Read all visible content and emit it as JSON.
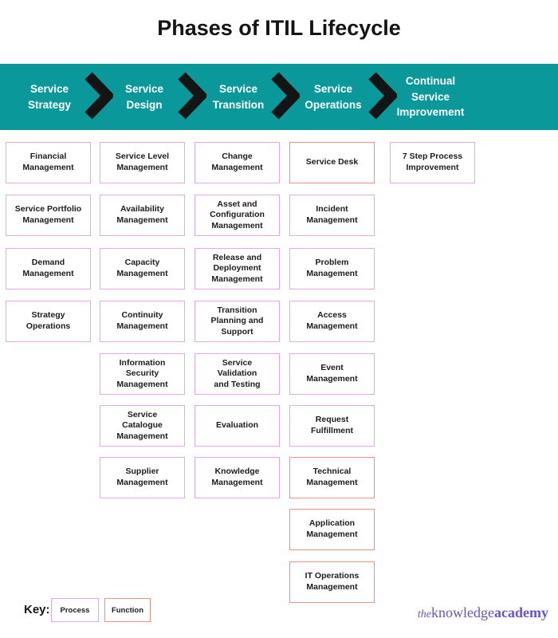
{
  "title": "Phases of ITIL Lifecycle",
  "phases": [
    {
      "label": "Service\nStrategy"
    },
    {
      "label": "Service\nDesign"
    },
    {
      "label": "Service\nTransition"
    },
    {
      "label": "Service\nOperations"
    },
    {
      "label": "Continual\nService\nImprovement"
    }
  ],
  "columns": [
    {
      "phase": "Service Strategy",
      "boxes": [
        {
          "label": "Financial\nManagement",
          "type": "process"
        },
        {
          "label": "Service Portfolio\nManagement",
          "type": "process"
        },
        {
          "label": "Demand\nManagement",
          "type": "process"
        },
        {
          "label": "Strategy\nOperations",
          "type": "process"
        }
      ]
    },
    {
      "phase": "Service Design",
      "boxes": [
        {
          "label": "Service Level\nManagement",
          "type": "process"
        },
        {
          "label": "Availability\nManagement",
          "type": "process"
        },
        {
          "label": "Capacity\nManagement",
          "type": "process"
        },
        {
          "label": "Continuity\nManagement",
          "type": "process"
        },
        {
          "label": "Information\nSecurity\nManagement",
          "type": "process"
        },
        {
          "label": "Service\nCatalogue\nManagement",
          "type": "process"
        },
        {
          "label": "Supplier\nManagement",
          "type": "process"
        }
      ]
    },
    {
      "phase": "Service Transition",
      "boxes": [
        {
          "label": "Change\nManagement",
          "type": "process"
        },
        {
          "label": "Asset and\nConfiguration\nManagement",
          "type": "process"
        },
        {
          "label": "Release and\nDeployment\nManagement",
          "type": "process"
        },
        {
          "label": "Transition\nPlanning and\nSupport",
          "type": "process"
        },
        {
          "label": "Service\nValidation\nand Testing",
          "type": "process"
        },
        {
          "label": "Evaluation",
          "type": "process"
        },
        {
          "label": "Knowledge\nManagement",
          "type": "process"
        }
      ]
    },
    {
      "phase": "Service Operations",
      "boxes": [
        {
          "label": "Service Desk",
          "type": "function"
        },
        {
          "label": "Incident\nManagement",
          "type": "process"
        },
        {
          "label": "Problem\nManagement",
          "type": "process"
        },
        {
          "label": "Access\nManagement",
          "type": "process"
        },
        {
          "label": "Event\nManagement",
          "type": "process"
        },
        {
          "label": "Request\nFulfillment",
          "type": "process"
        },
        {
          "label": "Technical\nManagement",
          "type": "function"
        },
        {
          "label": "Application\nManagement",
          "type": "function"
        },
        {
          "label": "IT Operations\nManagement",
          "type": "function"
        }
      ]
    },
    {
      "phase": "Continual Service Improvement",
      "boxes": [
        {
          "label": "7 Step Process\nImprovement",
          "type": "process"
        }
      ]
    }
  ],
  "key": {
    "label": "Key:",
    "items": [
      {
        "label": "Process",
        "type": "process"
      },
      {
        "label": "Function",
        "type": "function"
      }
    ]
  },
  "logo": {
    "prefix": "the",
    "mid": "knowledge",
    "suffix": "academy"
  },
  "colors": {
    "band_teal": "#0A989B",
    "process_border": "#E2A9E8",
    "function_border": "#F2907F",
    "arrow_black": "#141414",
    "logo_purple": "#6A50D4"
  }
}
